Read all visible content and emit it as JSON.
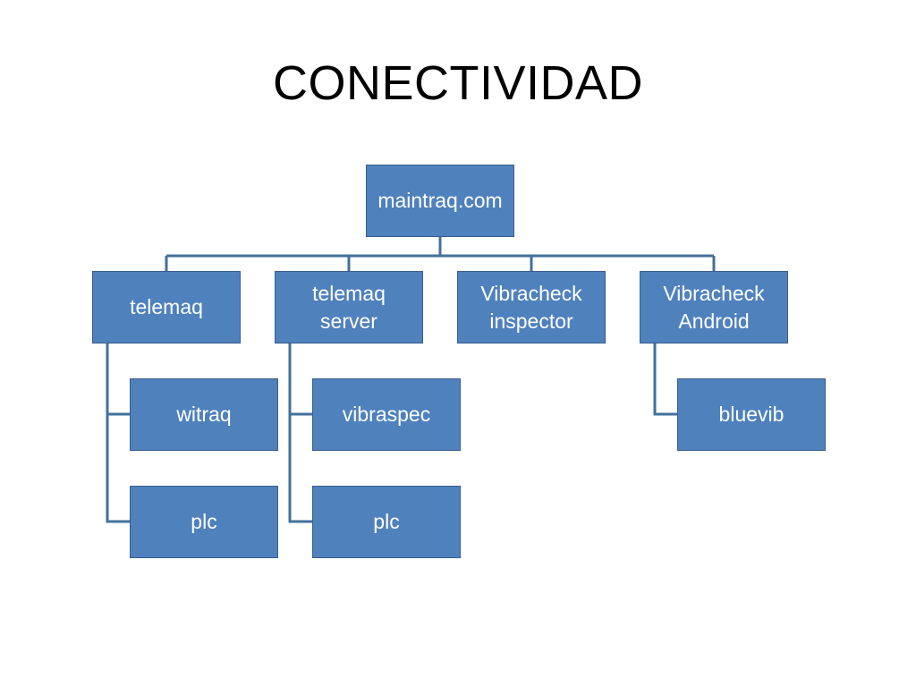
{
  "title": "CONECTIVIDAD",
  "colors": {
    "node_fill": "#4f81bd",
    "node_border": "#385d8a",
    "connector": "#41719c",
    "node_text": "#ffffff"
  },
  "nodes": {
    "root": "maintraq.com",
    "telemaq": "telemaq",
    "telemaq_server": "telemaq server",
    "vibracheck_inspector": "Vibracheck inspector",
    "vibracheck_android": "Vibracheck Android",
    "witraq": "witraq",
    "plc_telemaq": "plc",
    "vibraspec": "vibraspec",
    "plc_server": "plc",
    "bluevib": "bluevib"
  },
  "edges": [
    [
      "maintraq.com",
      "telemaq"
    ],
    [
      "maintraq.com",
      "telemaq server"
    ],
    [
      "maintraq.com",
      "Vibracheck inspector"
    ],
    [
      "maintraq.com",
      "Vibracheck Android"
    ],
    [
      "telemaq",
      "witraq"
    ],
    [
      "telemaq",
      "plc"
    ],
    [
      "telemaq server",
      "vibraspec"
    ],
    [
      "telemaq server",
      "plc"
    ],
    [
      "Vibracheck Android",
      "bluevib"
    ]
  ]
}
